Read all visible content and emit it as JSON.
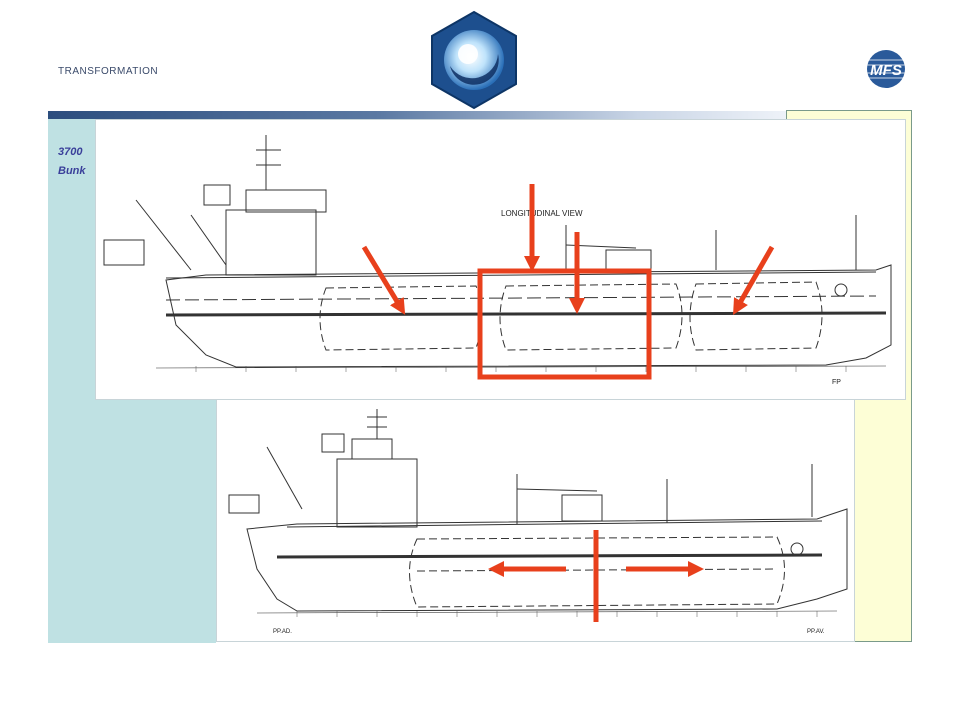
{
  "header": {
    "title": "TRANSFORMATION"
  },
  "logos": {
    "center": "center-emblem-logo",
    "right": "MFS"
  },
  "left_panel": {
    "subtitle_line1": "3700",
    "subtitle_line2": "Bunk"
  },
  "drawing_top": {
    "view_label": "LONGITUDINAL VIEW",
    "fp_label": "FP"
  },
  "drawing_bottom": {
    "label_pp_ad": "PP.AD.",
    "label_pp_av": "PP.AV."
  },
  "colors": {
    "title_bar": "#2c4e7e",
    "left_panel": "#bfe1e3",
    "right_panel": "#fdfed6",
    "annotation": "#e8401c",
    "subtitle": "#3a3f9a"
  }
}
